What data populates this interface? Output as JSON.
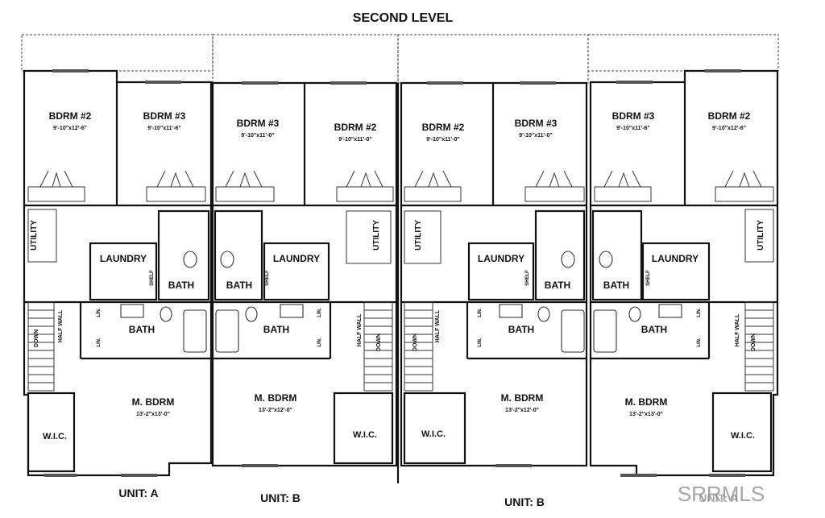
{
  "title": "SECOND LEVEL",
  "rooms": {
    "a_bdrm2": {
      "name": "BDRM #2",
      "dim": "9'-10\"x12'-6\""
    },
    "a_bdrm3": {
      "name": "BDRM #3",
      "dim": "9'-10\"x11'-6\""
    },
    "b1_bdrm3": {
      "name": "BDRM #3",
      "dim": "9'-10\"x11'-0\""
    },
    "b1_bdrm2": {
      "name": "BDRM #2",
      "dim": "9'-10\"x11'-0\""
    },
    "b2_bdrm2": {
      "name": "BDRM #2",
      "dim": "9'-10\"x11'-0\""
    },
    "b2_bdrm3": {
      "name": "BDRM #3",
      "dim": "9'-10\"x11'-0\""
    },
    "a2_bdrm3": {
      "name": "BDRM #3",
      "dim": "9'-10\"x11'-6\""
    },
    "a2_bdrm2": {
      "name": "BDRM #2",
      "dim": "9'-10\"x12'-6\""
    },
    "utility": "UTILITY",
    "laundry": "LAUNDRY",
    "bath": "BATH",
    "shelf": "SHELF",
    "lin": "LIN.",
    "half_wall": "HALF WALL",
    "down": "DOWN",
    "wic": "W.I.C.",
    "mbdrm_a": {
      "name": "M. BDRM",
      "dim": "13'-2\"x13'-0\""
    },
    "mbdrm_b1": {
      "name": "M. BDRM",
      "dim": "13'-2\"x12'-0\""
    },
    "mbdrm_b2": {
      "name": "M. BDRM",
      "dim": "13'-2\"x12'-0\""
    },
    "mbdrm_a2": {
      "name": "M. BDRM",
      "dim": "13'-2\"x13'-0\""
    }
  },
  "units": {
    "u1": "UNIT: A",
    "u2": "UNIT: B",
    "u3": "UNIT: B",
    "u4": "UNIT: A"
  },
  "watermark": "SRRMLS"
}
